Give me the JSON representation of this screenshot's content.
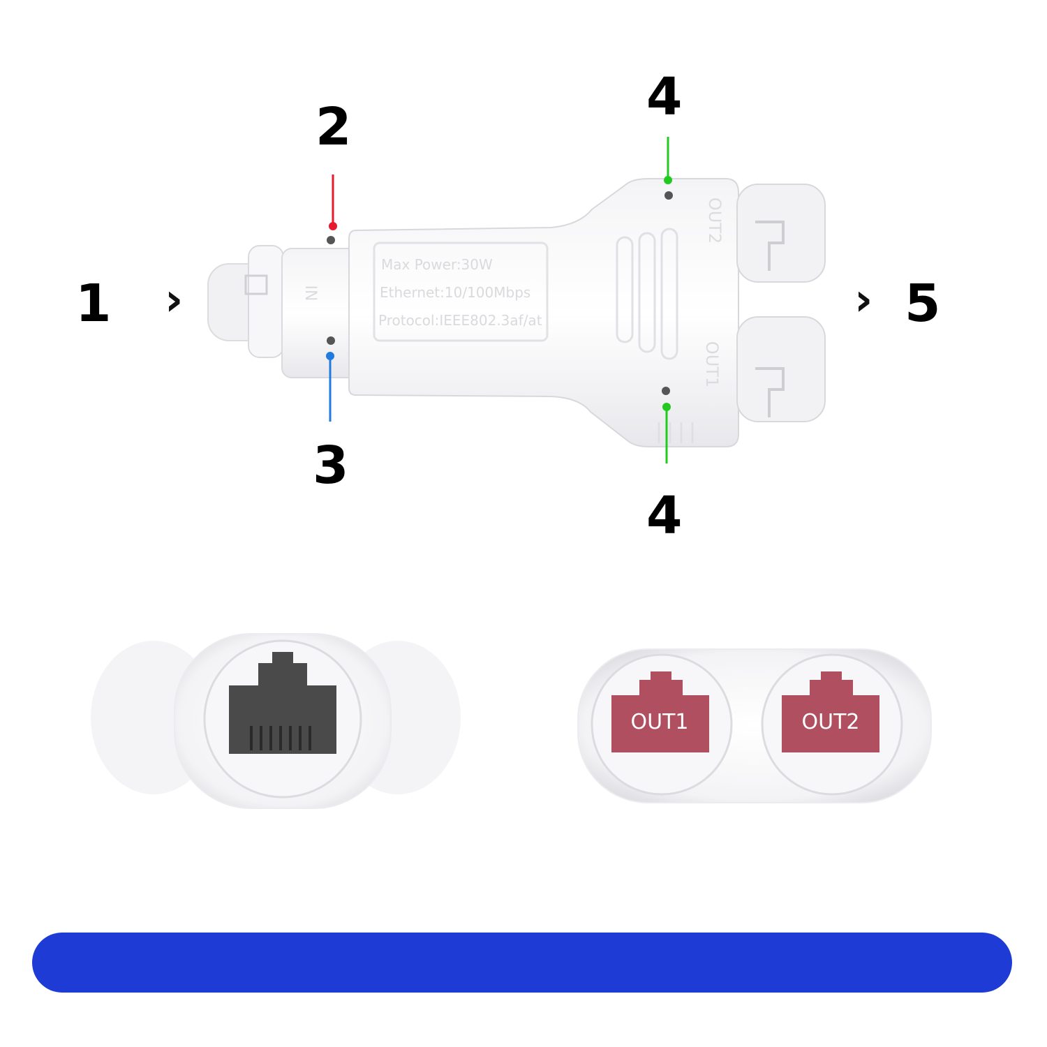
{
  "callouts": {
    "input_port": "1",
    "upper_indicator": "2",
    "lower_indicator": "3",
    "output_indicator_top": "4",
    "output_indicator_bottom": "4",
    "output_ports": "5"
  },
  "device": {
    "label_in": "IN",
    "label_out1": "OUT1",
    "label_out2": "OUT2",
    "spec_power": "Max Power:30W",
    "spec_ethernet": "Ethernet:10/100Mbps",
    "spec_protocol": "Protocol:IEEE802.3af/at"
  },
  "ports_view": {
    "out1_label": "OUT1",
    "out2_label": "OUT2"
  },
  "colors": {
    "callout_2": "#e8182f",
    "callout_3": "#1f7be0",
    "callout_4": "#22c91e",
    "bottom_bar": "#1f3bd6",
    "output_port": "#b04f5f",
    "input_port": "#4a4a4a"
  },
  "arrow_glyph": "›"
}
